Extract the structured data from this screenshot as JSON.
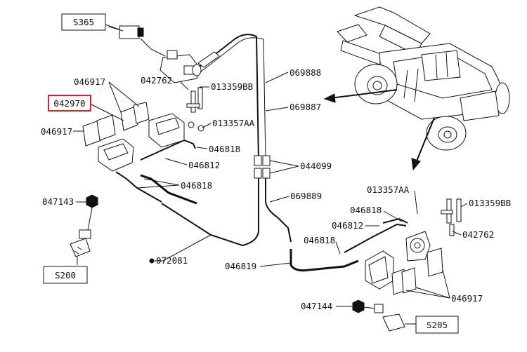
{
  "diagram": {
    "labels": {
      "s365": "S365",
      "s200": "S200",
      "s205": "S205",
      "p042970": "042970",
      "p046917_top": "046917",
      "p046917_left": "046917",
      "p042762_top": "042762",
      "p013359bb_top": "013359BB",
      "p013357aa_top": "013357AA",
      "p069888": "069888",
      "p069887": "069887",
      "p046818_a": "046818",
      "p046812_a": "046812",
      "p046818_b": "046818",
      "p044099": "044099",
      "p047143": "047143",
      "p069889": "069889",
      "p013357aa_right": "013357AA",
      "p013359bb_right": "013359BB",
      "p046818_c": "046818",
      "p046812_b": "046812",
      "p042762_right": "042762",
      "p046818_d": "046818",
      "p072081": "072081",
      "p046819": "046819",
      "p046917_bottom": "046917",
      "p047144": "047144"
    },
    "highlighted_part": "042970",
    "highlight_color": "#cc2a2a",
    "line_color": "#111111"
  }
}
